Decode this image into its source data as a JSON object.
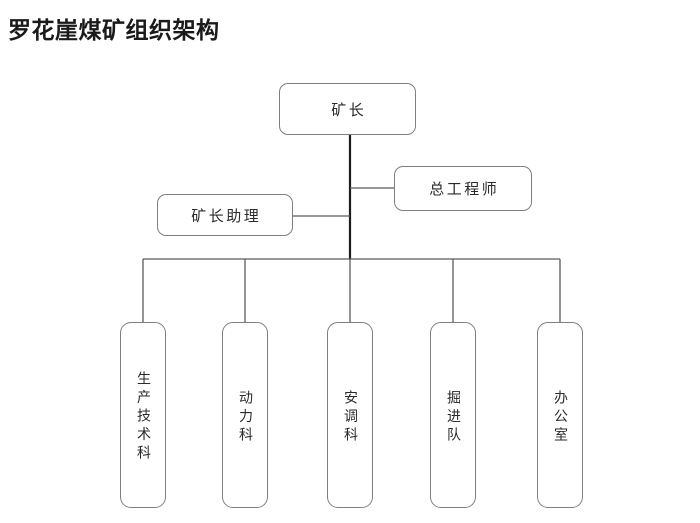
{
  "title": "罗花崖煤矿组织架构",
  "chart": {
    "type": "org-chart",
    "root": {
      "id": "mine-director",
      "label": "矿长",
      "orientation": "horizontal"
    },
    "staff": [
      {
        "id": "chief-engineer",
        "label": "总工程师",
        "orientation": "horizontal",
        "side": "right"
      },
      {
        "id": "director-assistant",
        "label": "矿长助理",
        "orientation": "horizontal",
        "side": "left"
      }
    ],
    "departments": [
      {
        "id": "production-technology",
        "label": "生产技术科",
        "orientation": "vertical"
      },
      {
        "id": "power",
        "label": "动力科",
        "orientation": "vertical"
      },
      {
        "id": "safety-dispatch",
        "label": "安调科",
        "orientation": "vertical"
      },
      {
        "id": "excavation-team",
        "label": "掘进队",
        "orientation": "vertical"
      },
      {
        "id": "office",
        "label": "办公室",
        "orientation": "vertical"
      }
    ]
  },
  "colors": {
    "background": "#ffffff",
    "title_text": "#1a1a1a",
    "box_border": "#7f7f7f",
    "box_fill": "#ffffff",
    "node_text": "#2a2a2a",
    "spine_line": "#1c1c1c",
    "branch_line": "#5a5a5a"
  }
}
